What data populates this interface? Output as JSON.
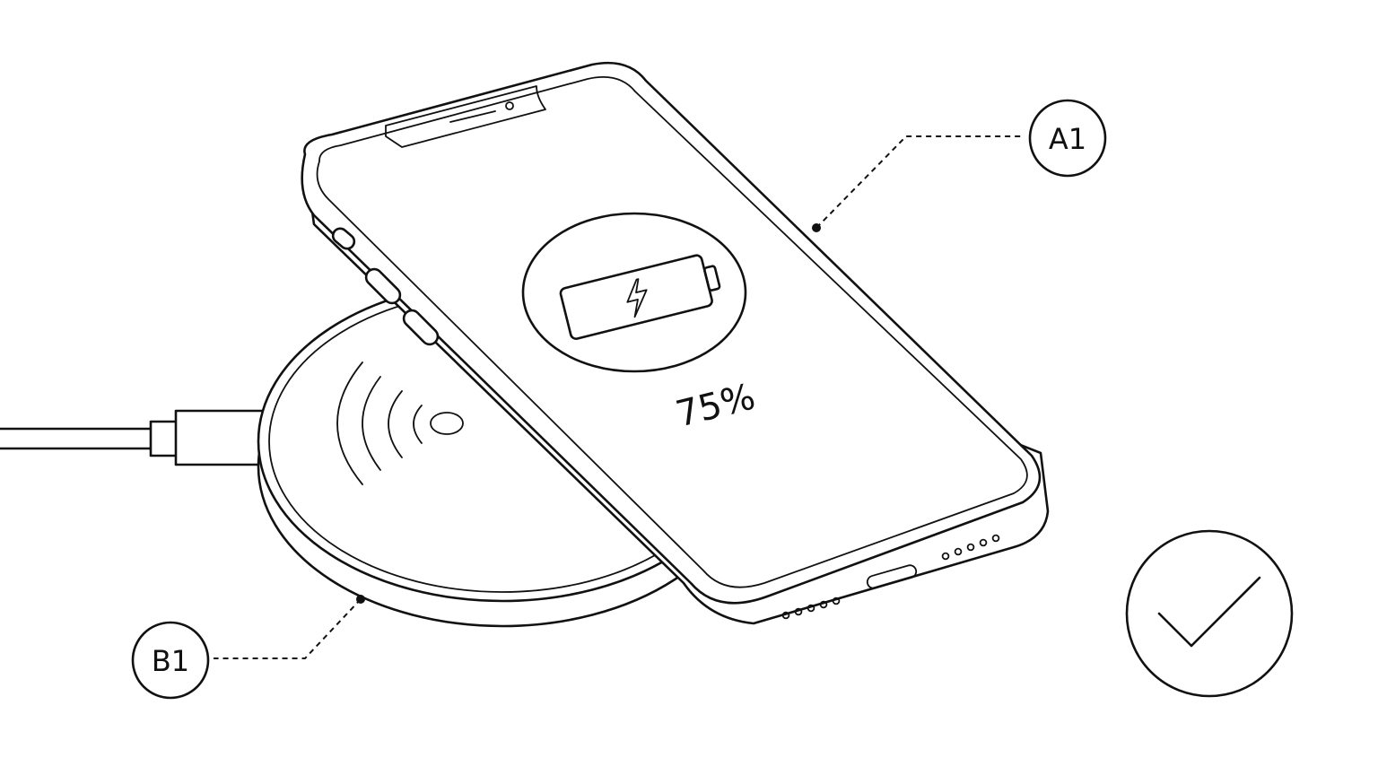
{
  "phone": {
    "battery_percent_label": "75%",
    "charge_level": 0.75,
    "charging_icon": "lightning-bolt-icon"
  },
  "callouts": {
    "phone_label": "A1",
    "pad_label": "B1"
  },
  "status": {
    "icon": "checkmark-icon"
  },
  "colors": {
    "line": "#111111",
    "background": "#ffffff"
  }
}
